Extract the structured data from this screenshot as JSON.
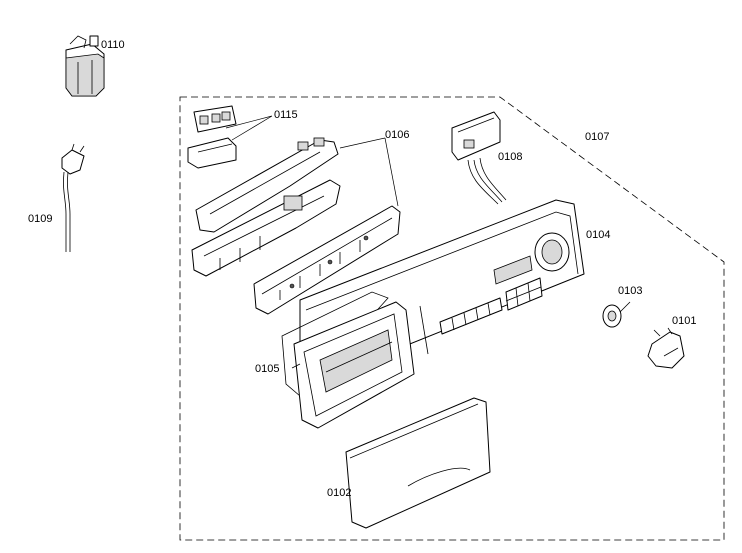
{
  "diagram": {
    "labels": {
      "p0110": "0110",
      "p0115": "0115",
      "p0106": "0106",
      "p0108": "0108",
      "p0107": "0107",
      "p0109": "0109",
      "p0104": "0104",
      "p0103": "0103",
      "p0101": "0101",
      "p0105": "0105",
      "p0102": "0102"
    }
  }
}
